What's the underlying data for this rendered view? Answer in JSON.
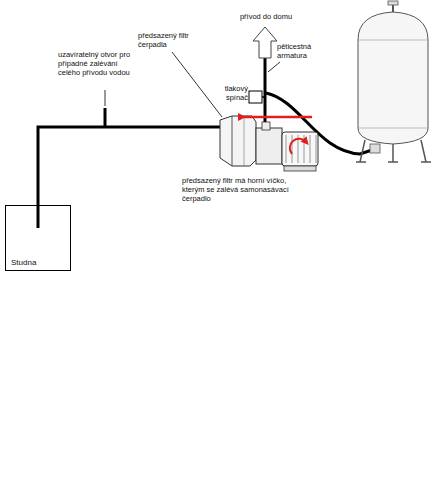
{
  "diagram": {
    "nodes": [
      {
        "text": [
          "Studna"
        ]
      }
    ],
    "labels": [
      "přívod do domu",
      "pěticestná armatura",
      "tlakový spínač",
      "předsazený filtr čerpadla",
      "uzavíratelný otvor pro případné zalévání celého přívodu vodou",
      "předsazený filtr má horní víčko, kterým se zalévá samonasávací čerpadlo"
    ]
  }
}
